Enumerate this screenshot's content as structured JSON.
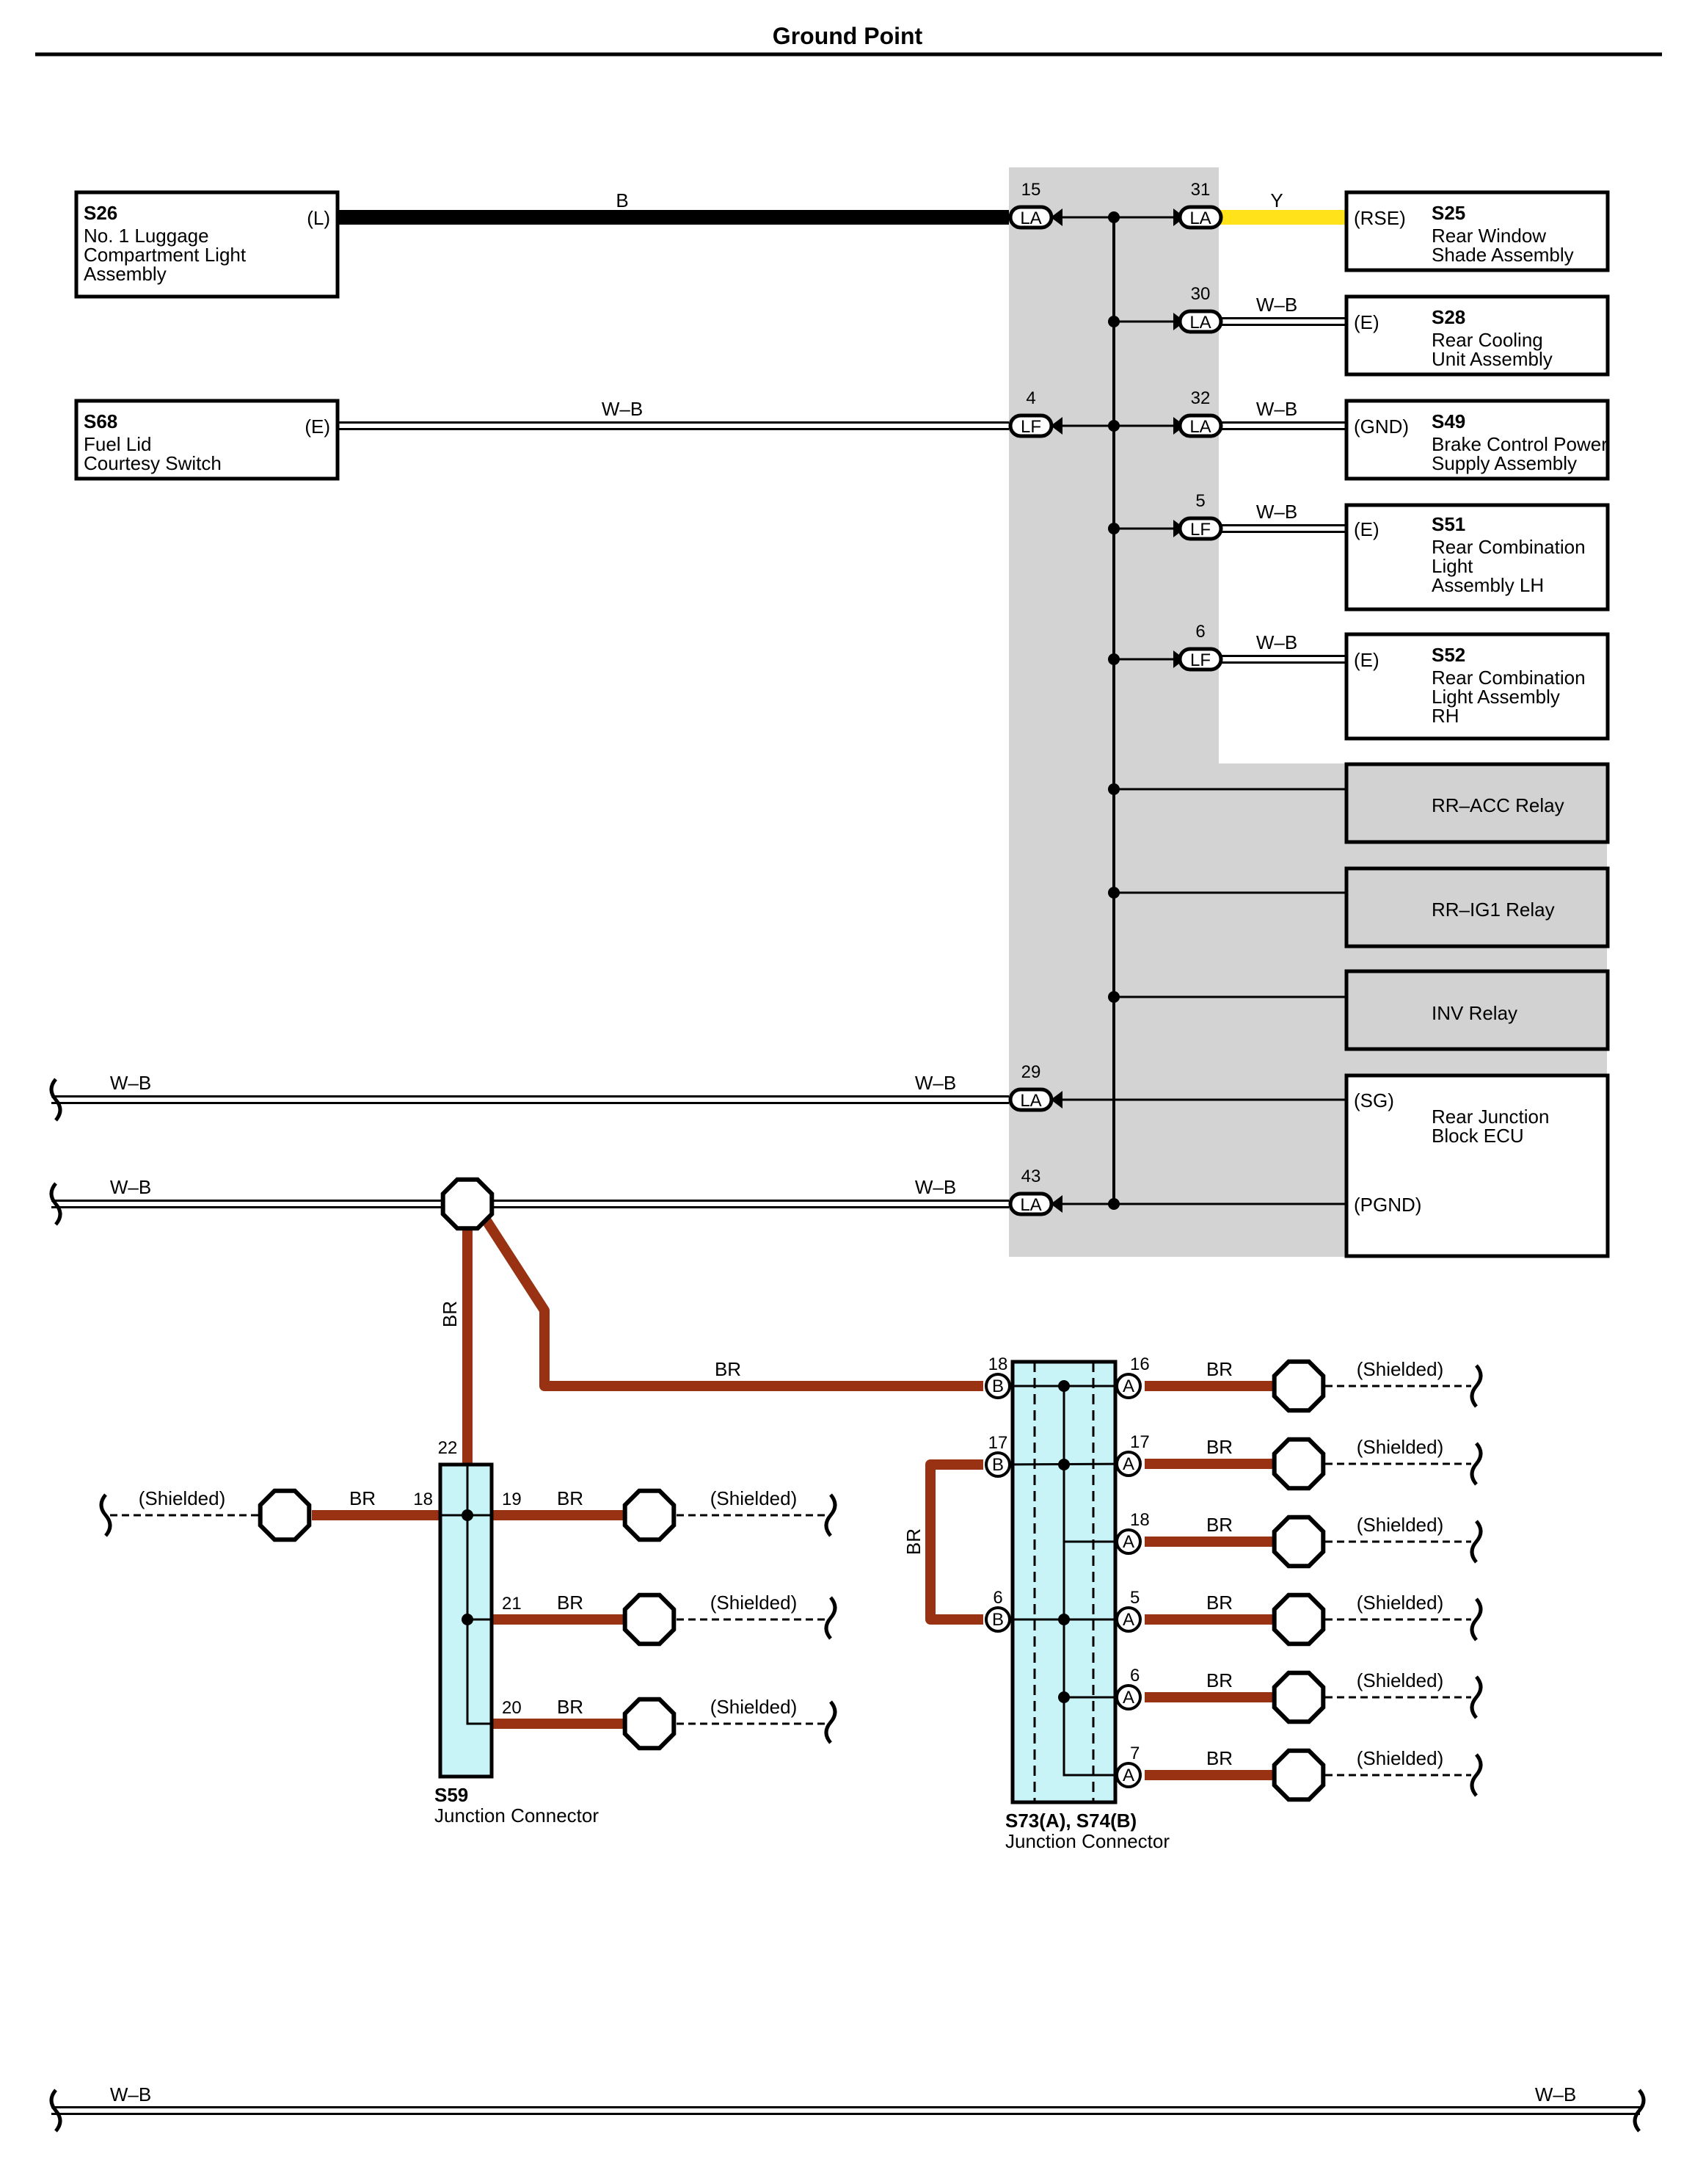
{
  "page_title": "Ground Point",
  "colors": {
    "black_wire": "#000000",
    "yellow_wire": "#ffe21a",
    "brown_wire": "#983213",
    "junction_fill": "#c8f4f8",
    "shade": "#d3d3d3",
    "relay_fill": "#d2d2d2"
  },
  "components": {
    "s26": {
      "code": "S26",
      "pin": "(L)",
      "lines": [
        "No. 1 Luggage",
        "Compartment Light",
        "Assembly"
      ]
    },
    "s68": {
      "code": "S68",
      "pin": "(E)",
      "lines": [
        "Fuel Lid",
        "Courtesy Switch"
      ]
    },
    "s25": {
      "code": "S25",
      "pin": "(RSE)",
      "lines": [
        "Rear Window",
        "Shade Assembly"
      ]
    },
    "s28": {
      "code": "S28",
      "pin": "(E)",
      "lines": [
        "Rear Cooling",
        "Unit Assembly"
      ]
    },
    "s49": {
      "code": "S49",
      "pin": "(GND)",
      "lines": [
        "Brake Control Power",
        "Supply Assembly"
      ]
    },
    "s51": {
      "code": "S51",
      "pin": "(E)",
      "lines": [
        "Rear Combination",
        "Light",
        "Assembly LH"
      ]
    },
    "s52": {
      "code": "S52",
      "pin": "(E)",
      "lines": [
        "Rear Combination",
        "Light Assembly",
        "RH"
      ]
    }
  },
  "relays": [
    "RR–ACC Relay",
    "RR–IG1 Relay",
    "INV Relay"
  ],
  "ecu": {
    "lines": [
      "Rear Junction",
      "Block ECU"
    ],
    "pin_sg": "(SG)",
    "pin_pgnd": "(PGND)"
  },
  "connectors": {
    "c15": {
      "num": "15",
      "tag": "LA"
    },
    "c4": {
      "num": "4",
      "tag": "LF"
    },
    "c29": {
      "num": "29",
      "tag": "LA"
    },
    "c43": {
      "num": "43",
      "tag": "LA"
    },
    "c31": {
      "num": "31",
      "tag": "LA"
    },
    "c30": {
      "num": "30",
      "tag": "LA"
    },
    "c32": {
      "num": "32",
      "tag": "LA"
    },
    "c5": {
      "num": "5",
      "tag": "LF"
    },
    "c6": {
      "num": "6",
      "tag": "LF"
    }
  },
  "wires": {
    "b": "B",
    "y": "Y",
    "wb": "W–B",
    "br": "BR",
    "shielded": "(Shielded)"
  },
  "s59": {
    "code": "S59",
    "name": "Junction Connector",
    "pins": {
      "top": "22",
      "left": "18",
      "r1": "19",
      "r2": "21",
      "r3": "20"
    }
  },
  "s73": {
    "code": "S73(A), S74(B)",
    "name": "Junction Connector",
    "left_pins": [
      {
        "num": "18",
        "tag": "B"
      },
      {
        "num": "17",
        "tag": "B"
      },
      {
        "num": "6",
        "tag": "B"
      }
    ],
    "right_pins": [
      {
        "num": "16",
        "tag": "A"
      },
      {
        "num": "17",
        "tag": "A"
      },
      {
        "num": "18",
        "tag": "A"
      },
      {
        "num": "5",
        "tag": "A"
      },
      {
        "num": "6",
        "tag": "A"
      },
      {
        "num": "7",
        "tag": "A"
      }
    ]
  }
}
